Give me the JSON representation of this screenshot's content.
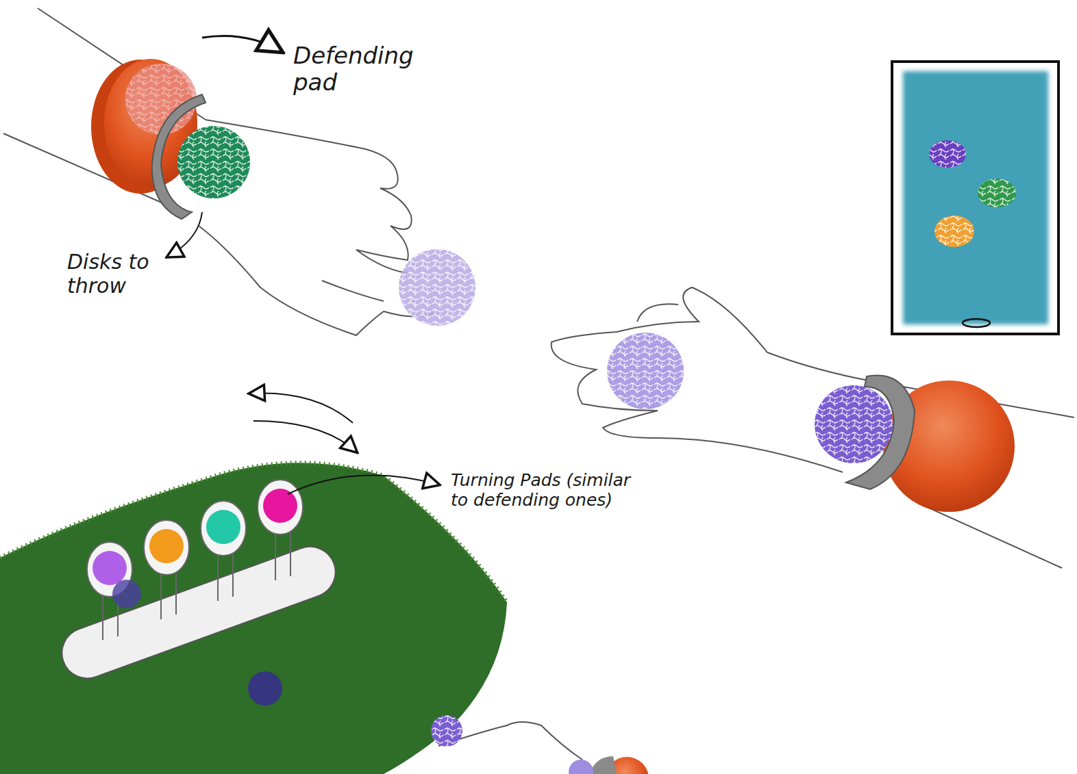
{
  "diagram": {
    "labels": [
      "Defending pad",
      "Disks to throw",
      "Turning Pads (similar to defending ones)"
    ]
  }
}
